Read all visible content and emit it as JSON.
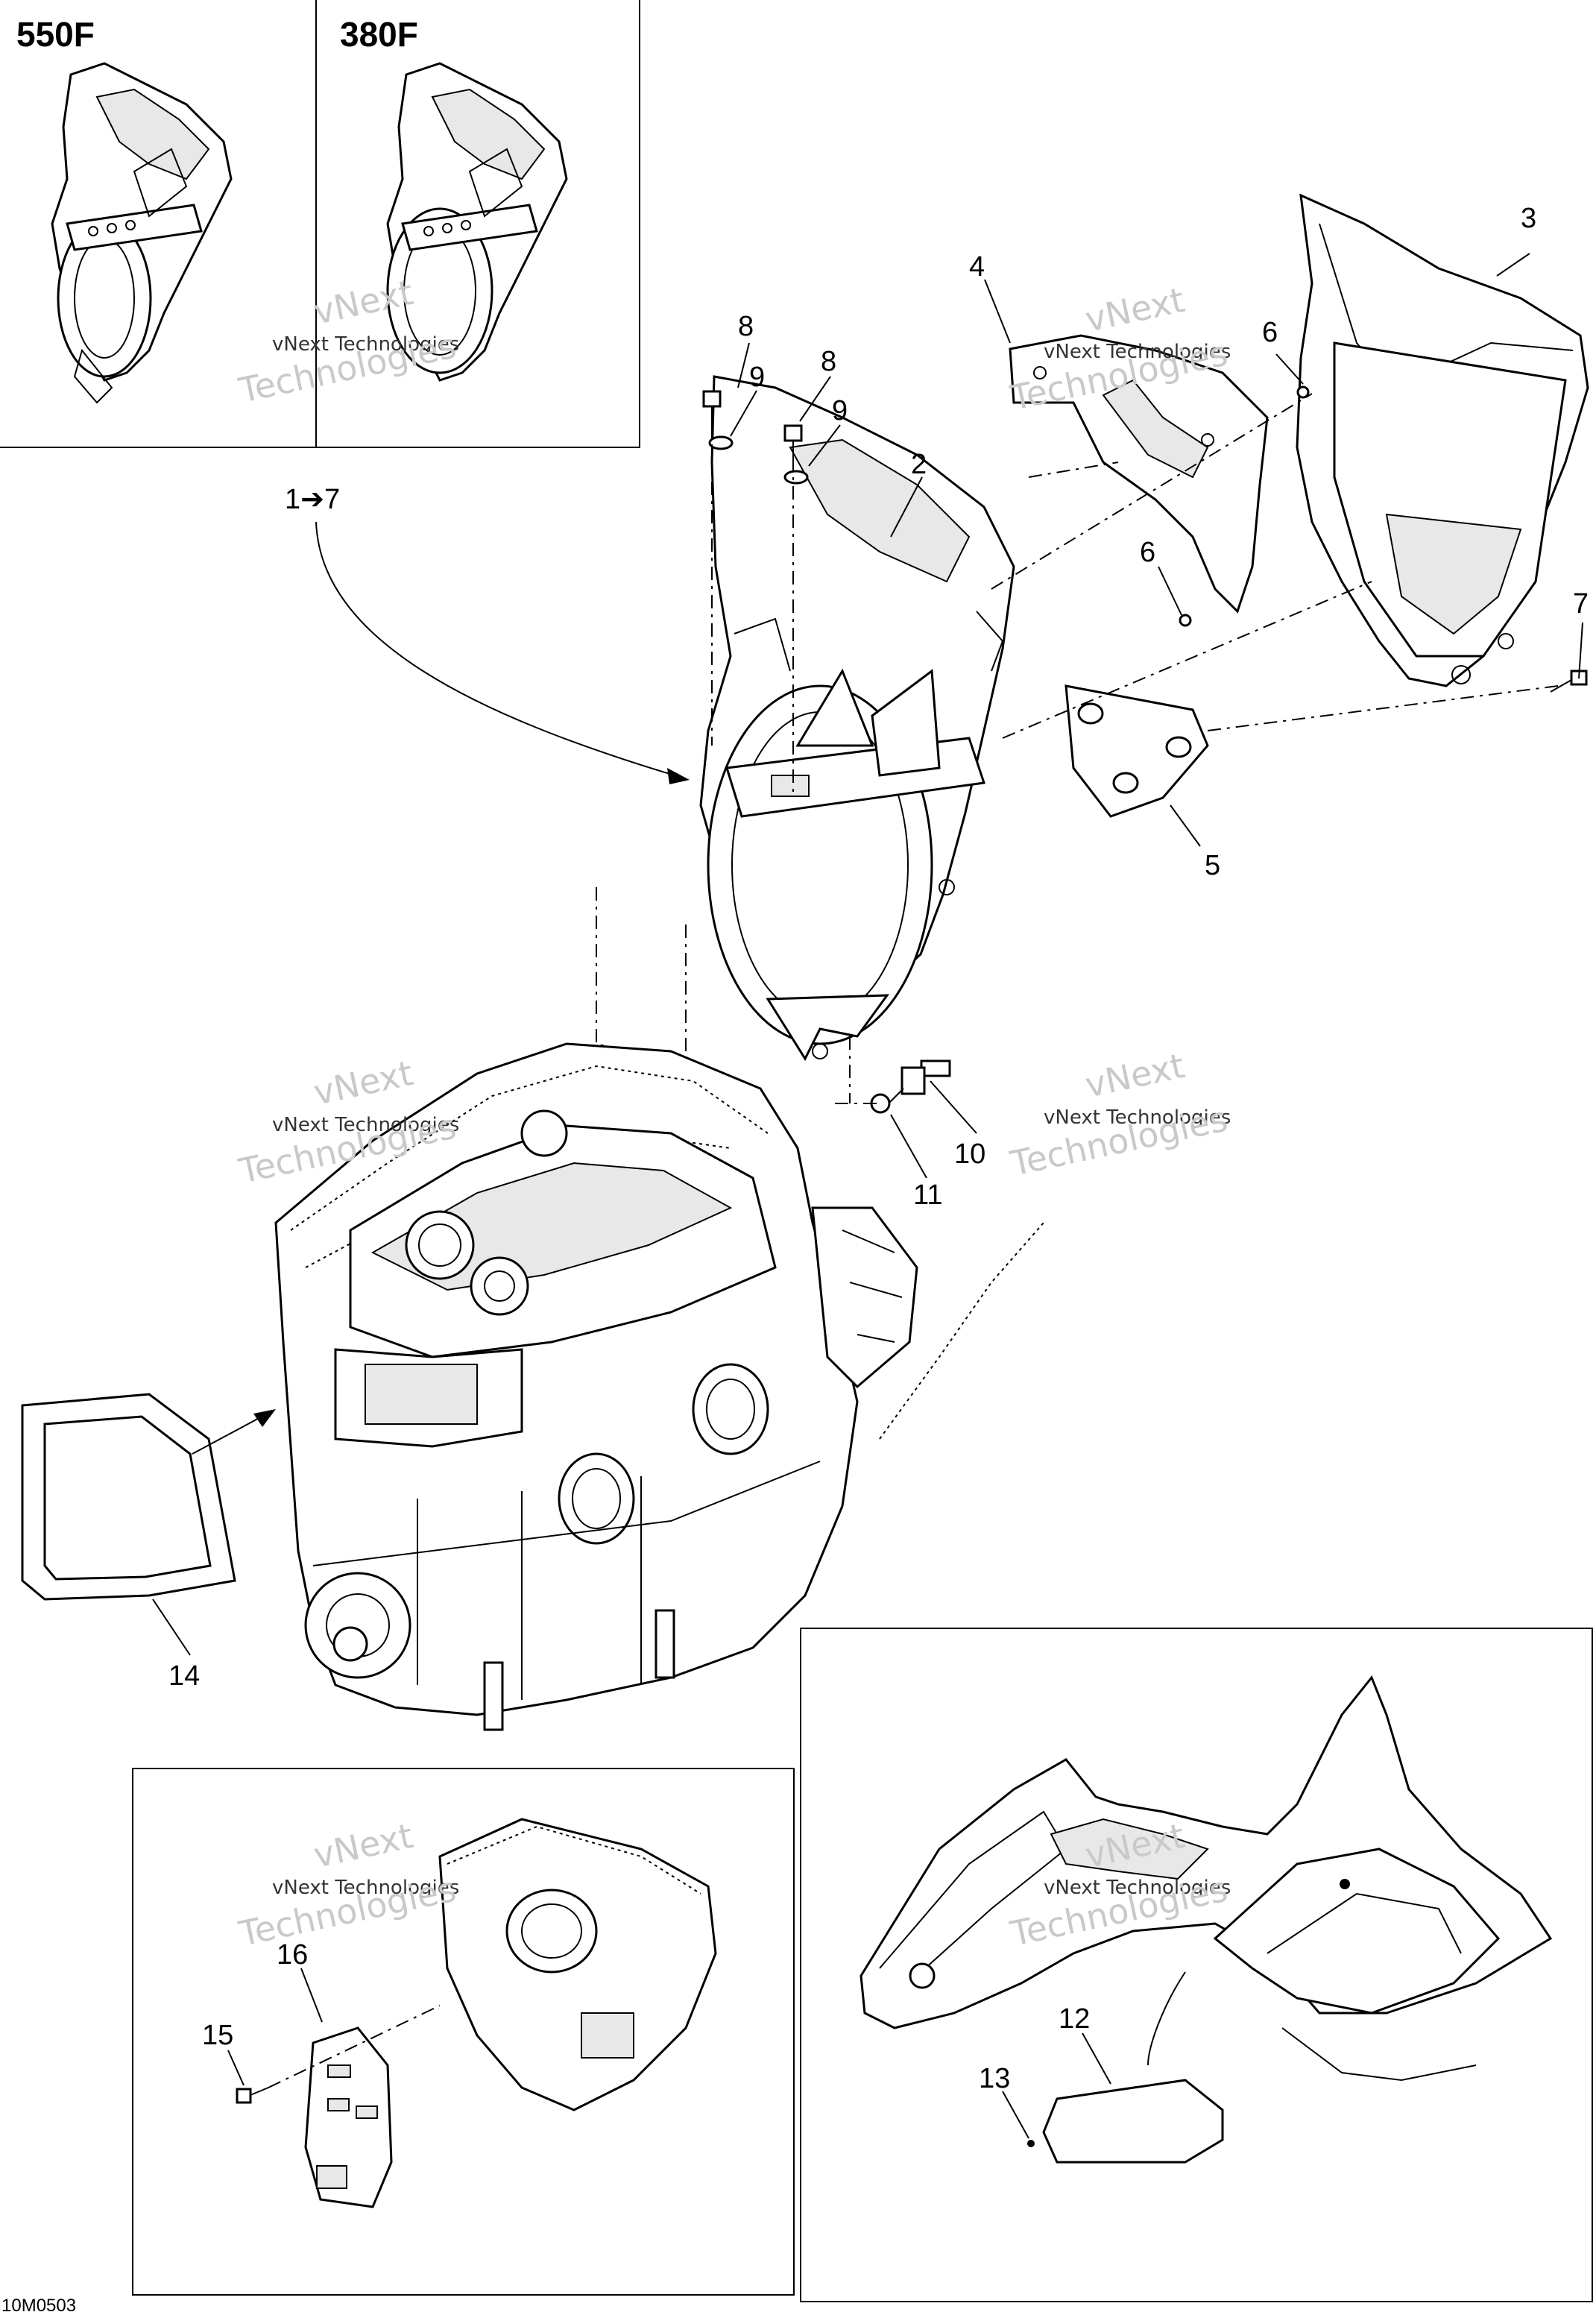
{
  "model_labels": {
    "model_a": "550F",
    "model_b": "380F"
  },
  "apply_note": "1➔7",
  "callouts": {
    "c1": "2",
    "c2": "3",
    "c3": "4",
    "c4a": "5",
    "c5a": "6",
    "c5b": "6",
    "c6": "7",
    "c7a": "8",
    "c7b": "8",
    "c8a": "9",
    "c8b": "9",
    "c9": "10",
    "c10": "11",
    "c11": "12",
    "c12": "13",
    "c13": "14",
    "c14": "15",
    "c15": "16"
  },
  "watermark": {
    "line1": "vNext Technologies",
    "big1": "vNext",
    "big2": "Technologies"
  },
  "drawing_code": "10M0503"
}
